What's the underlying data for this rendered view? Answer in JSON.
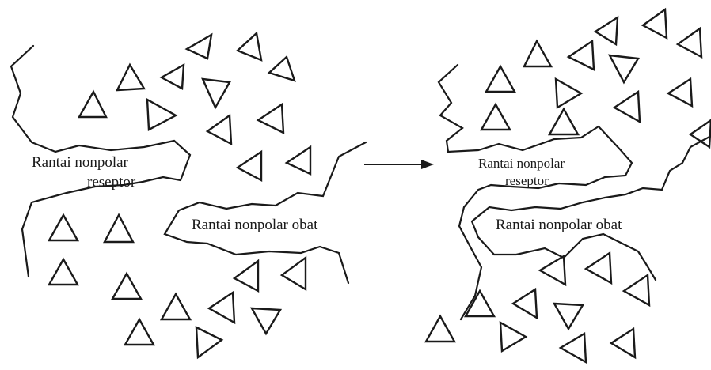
{
  "left_panel": {
    "receptor_label_line1": "Rantai nonpolar",
    "receptor_label_line2": "reseptor",
    "drug_label": "Rantai nonpolar obat"
  },
  "right_panel": {
    "receptor_label_line1": "Rantai nonpolar",
    "receptor_label_line2": "reseptor",
    "drug_label": "Rantai nonpolar obat"
  }
}
